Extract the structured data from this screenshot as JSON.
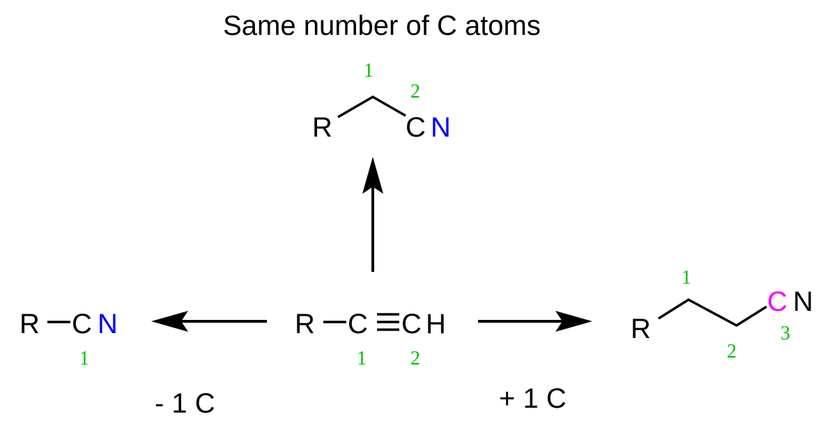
{
  "title": "Same number of C atoms",
  "colors": {
    "nitrogen": "#0000ff",
    "new_carbon": "#ff00ff",
    "numbering": "#00c000"
  },
  "top_product": {
    "r": "R",
    "c": "C",
    "n": "N",
    "num1": "1",
    "num2": "2"
  },
  "center": {
    "r": "R",
    "c1": "C",
    "c2": "C",
    "h": "H",
    "num1": "1",
    "num2": "2"
  },
  "left_product": {
    "r": "R",
    "c": "C",
    "n": "N",
    "num1": "1",
    "caption": "- 1 C"
  },
  "right_product": {
    "r": "R",
    "c": "C",
    "n": "N",
    "num1": "1",
    "num2": "2",
    "num3": "3",
    "caption": "+ 1 C"
  }
}
